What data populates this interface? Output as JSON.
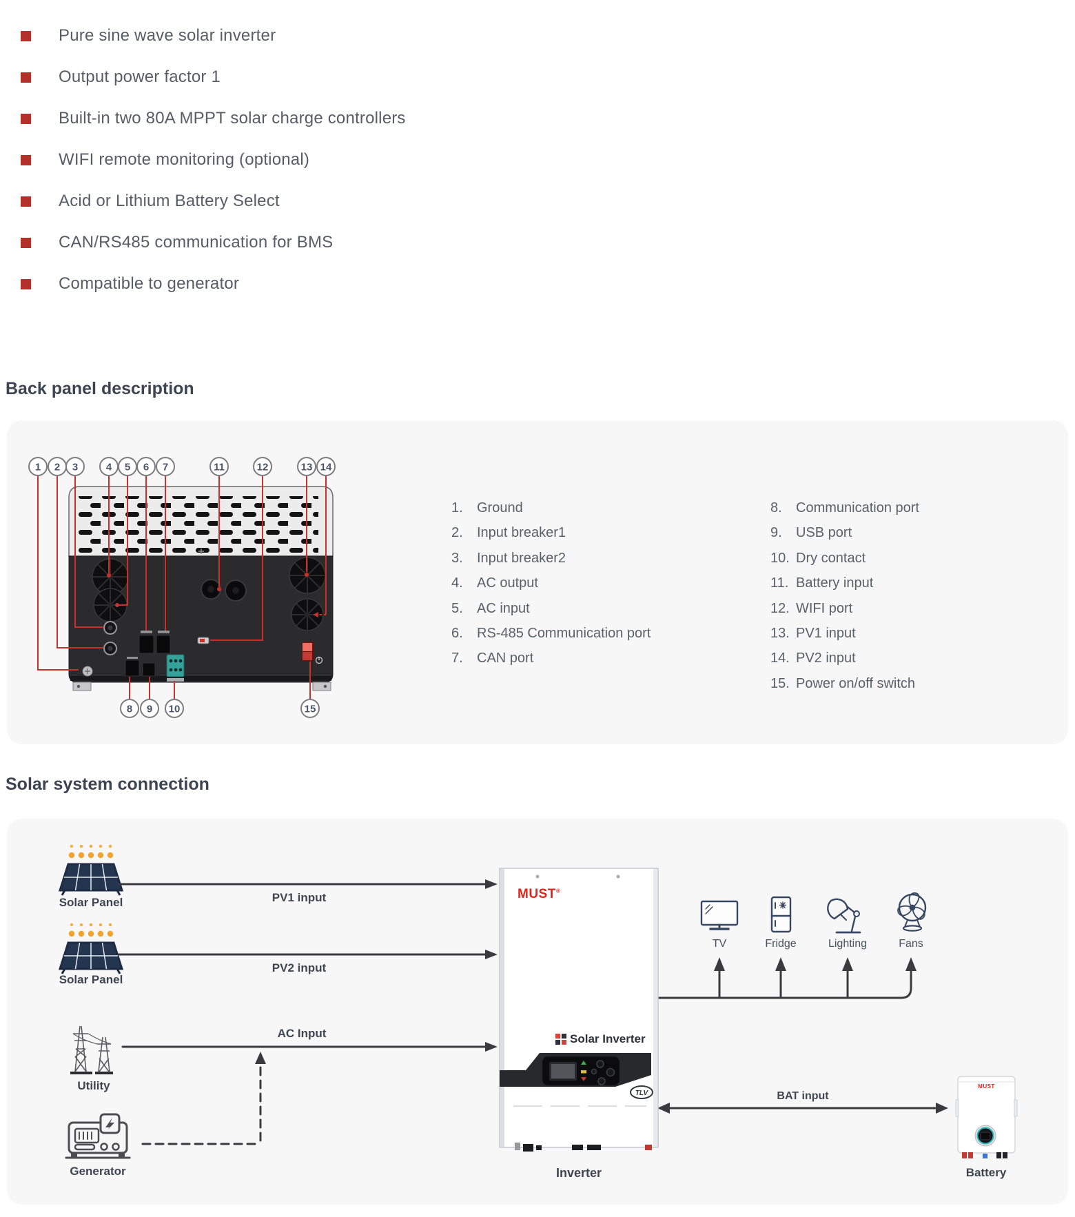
{
  "features": {
    "items": [
      "Pure sine wave solar inverter",
      "Output power factor 1",
      "Built-in two 80A MPPT solar charge controllers",
      "WIFI remote monitoring (optional)",
      "Acid or Lithium Battery Select",
      "CAN/RS485 communication for BMS",
      "Compatible to generator"
    ]
  },
  "back_panel": {
    "heading": "Back panel description",
    "callouts_top": [
      "1",
      "2",
      "3",
      "4",
      "5",
      "6",
      "7",
      "11",
      "12",
      "13",
      "14"
    ],
    "callouts_bottom": [
      "8",
      "9",
      "10",
      "15"
    ],
    "legend_left": [
      {
        "n": "1.",
        "label": "Ground"
      },
      {
        "n": "2.",
        "label": "Input breaker1"
      },
      {
        "n": "3.",
        "label": "Input breaker2"
      },
      {
        "n": "4.",
        "label": "AC output"
      },
      {
        "n": "5.",
        "label": "AC input"
      },
      {
        "n": "6.",
        "label": "RS-485 Communication port"
      },
      {
        "n": "7.",
        "label": "CAN port"
      }
    ],
    "legend_right": [
      {
        "n": "8.",
        "label": "Communication port"
      },
      {
        "n": "9.",
        "label": "USB port"
      },
      {
        "n": "10.",
        "label": "Dry contact"
      },
      {
        "n": "11.",
        "label": "Battery input"
      },
      {
        "n": "12.",
        "label": "WIFI port"
      },
      {
        "n": "13.",
        "label": "PV1 input"
      },
      {
        "n": "14.",
        "label": "PV2 input"
      },
      {
        "n": "15.",
        "label": "Power on/off switch"
      }
    ]
  },
  "solar_system": {
    "heading": "Solar system connection",
    "labels": {
      "solar_panel_1": "Solar Panel",
      "solar_panel_2": "Solar Panel",
      "utility": "Utility",
      "generator": "Generator"
    },
    "connections": {
      "pv1": "PV1 input",
      "pv2": "PV2 input",
      "ac": "AC Input",
      "bat": "BAT input"
    },
    "loads": [
      "TV",
      "Fridge",
      "Lighting",
      "Fans"
    ],
    "inverter_unit": {
      "brand": "MUST",
      "brand_mark": "®",
      "model_text": "Solar Inverter",
      "badge": "TLV",
      "label": "Inverter"
    },
    "battery_unit": {
      "brand": "MUST",
      "label": "Battery"
    }
  },
  "colors": {
    "accent_red": "#b2322b",
    "callout_red": "#c9312b",
    "brand_red": "#e2231a",
    "device_dark": "#2b2b2e",
    "terminal_teal": "#35a29a",
    "icon_navy": "#364661",
    "line_dark": "#3b3b3e",
    "heading_text": "#3d4452",
    "body_text": "#575d66"
  }
}
